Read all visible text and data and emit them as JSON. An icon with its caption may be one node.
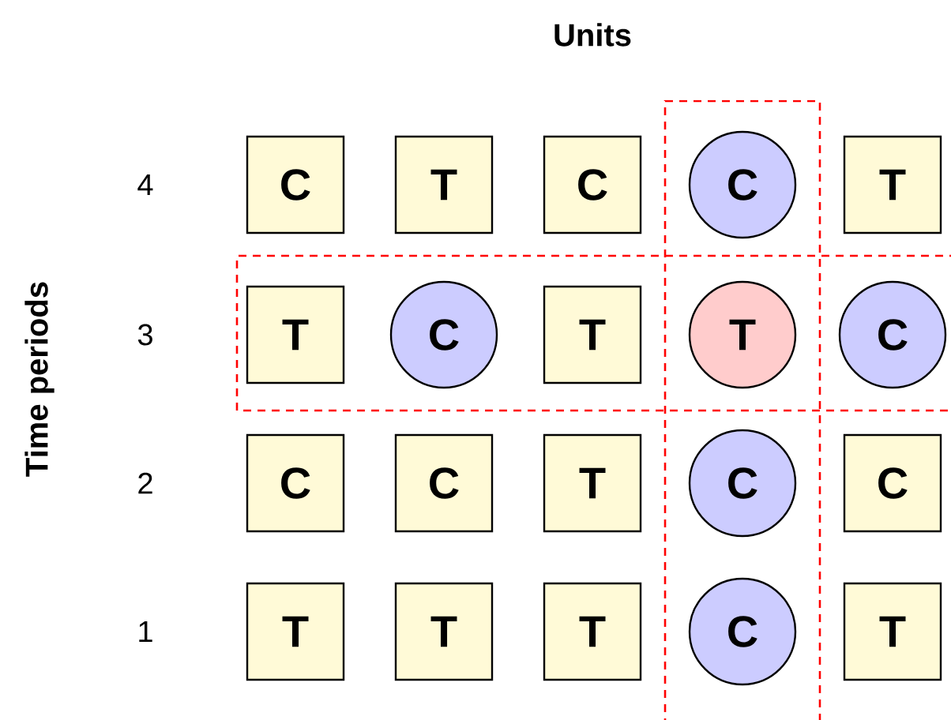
{
  "diagram": {
    "nodes": [
      {
        "text": [
          "C"
        ]
      },
      {
        "text": [
          "T"
        ]
      },
      {
        "text": [
          "C"
        ]
      },
      {
        "text": [
          "C"
        ]
      },
      {
        "text": [
          "T"
        ]
      },
      {
        "text": [
          "T"
        ]
      },
      {
        "text": [
          "C"
        ]
      },
      {
        "text": [
          "T"
        ]
      },
      {
        "text": [
          "T"
        ]
      },
      {
        "text": [
          "C"
        ]
      },
      {
        "text": [
          "C"
        ]
      },
      {
        "text": [
          "C"
        ]
      },
      {
        "text": [
          "T"
        ]
      },
      {
        "text": [
          "C"
        ]
      },
      {
        "text": [
          "C"
        ]
      },
      {
        "text": [
          "T"
        ]
      },
      {
        "text": [
          "T"
        ]
      },
      {
        "text": [
          "T"
        ]
      },
      {
        "text": [
          "C"
        ]
      },
      {
        "text": [
          "T"
        ]
      }
    ],
    "edges": [],
    "labels": [
      "Units",
      "Time periods",
      "4",
      "3",
      "2",
      "1"
    ]
  }
}
